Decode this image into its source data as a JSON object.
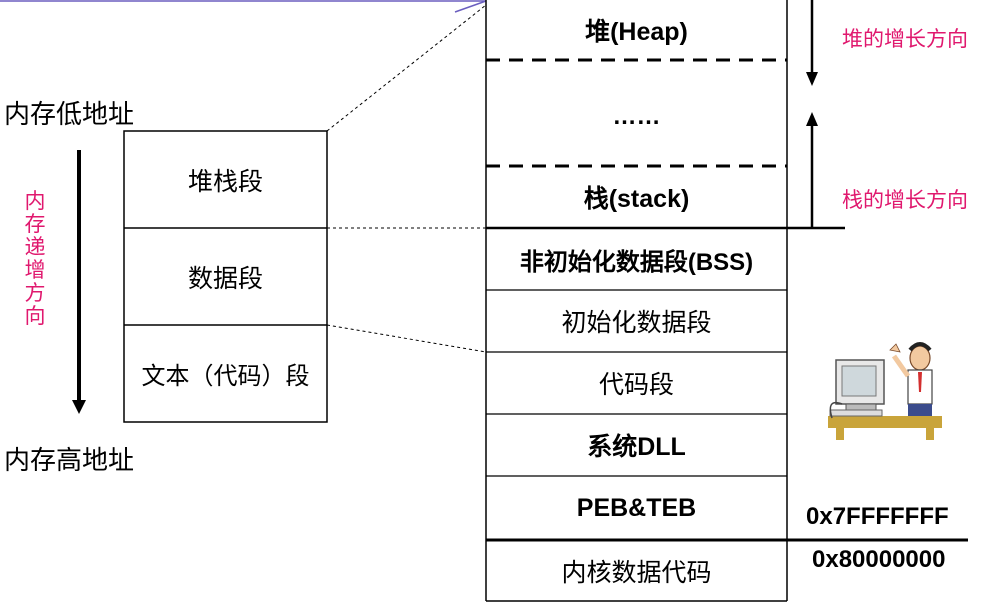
{
  "left_axis": {
    "low_address": "内存低地址",
    "high_address": "内存高地址",
    "direction": [
      "内",
      "存",
      "递",
      "增",
      "方",
      "向"
    ]
  },
  "left_box": {
    "segments": [
      "堆栈段",
      "数据段",
      "文本（代码）段"
    ]
  },
  "right_box": {
    "heap": "堆(Heap)",
    "gap": "……",
    "stack": "栈(stack)",
    "bss": "非初始化数据段(BSS)",
    "init_data": "初始化数据段",
    "code": "代码段",
    "sys_dll": "系统DLL",
    "peb_teb": "PEB&TEB",
    "kernel": "内核数据代码"
  },
  "growth": {
    "heap_dir": "堆的增长方向",
    "stack_dir": "栈的增长方向"
  },
  "addresses": {
    "user_top": "0x7FFFFFFF",
    "kernel_start": "0x80000000"
  },
  "colors": {
    "accent": "#e0186e",
    "frame_top": "#6b5fbf"
  }
}
